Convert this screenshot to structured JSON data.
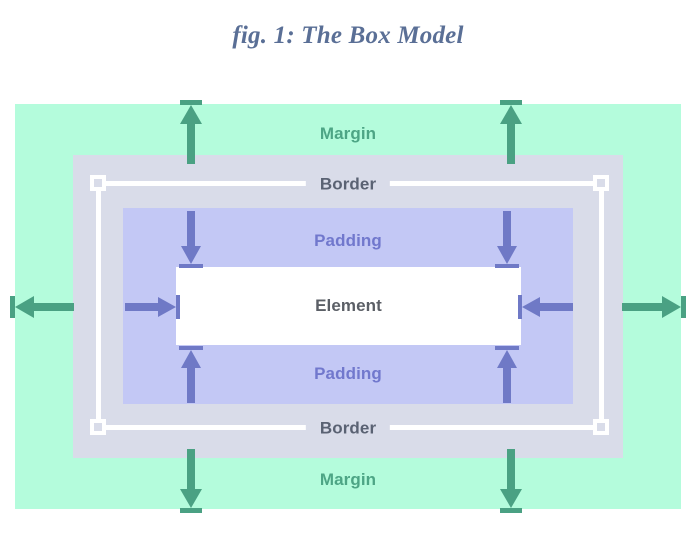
{
  "figure": {
    "title": "fig. 1: The Box Model"
  },
  "regions": {
    "margin": {
      "label": "Margin",
      "label_top": "Margin",
      "label_bottom": "Margin",
      "fill": "#b4fcdc",
      "text_color": "#4da585",
      "arrow_color": "#4aa183"
    },
    "border": {
      "label": "Border",
      "label_top": "Border",
      "label_bottom": "Border",
      "fill": "#d9dce9",
      "text_color": "#5a6273",
      "guide_color": "#ffffff"
    },
    "padding": {
      "label": "Padding",
      "label_top": "Padding",
      "label_bottom": "Padding",
      "fill": "#c3c8f5",
      "text_color": "#7178cd",
      "arrow_color": "#6f79c6"
    },
    "element": {
      "label": "Element",
      "fill": "#ffffff",
      "text_color": "#5b5f66"
    }
  },
  "title_color": "#5a6f96",
  "background": "#ffffff"
}
